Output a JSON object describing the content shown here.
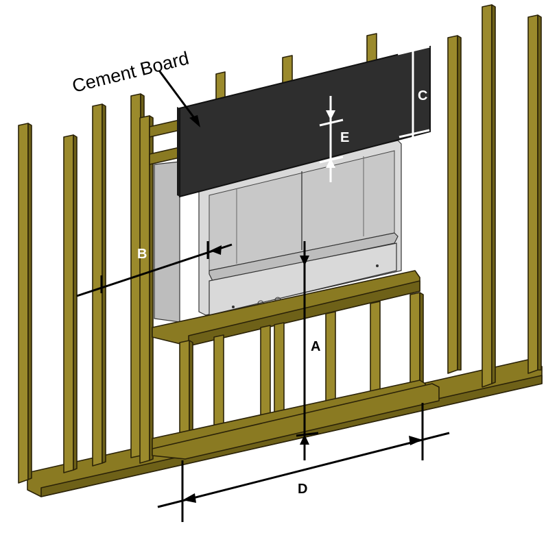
{
  "labels": {
    "cement_board": "Cement Board",
    "a": "A",
    "b": "B",
    "c": "C",
    "d": "D",
    "e": "E"
  },
  "colors": {
    "framing": "#9b8a2c",
    "cement_board": "#2e2e2e",
    "fireplace": "#d9d9d9",
    "dimension_dark": "#000000",
    "dimension_light": "#ffffff"
  }
}
